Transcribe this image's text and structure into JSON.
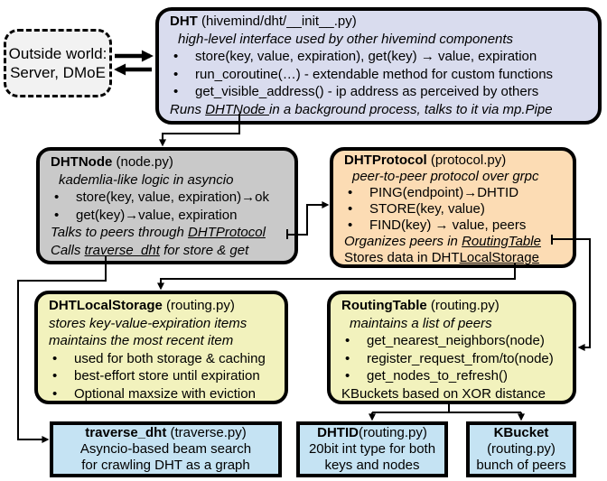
{
  "colors": {
    "box_border": "#000000",
    "outside_bg": "#f2f2f2",
    "dht_bg": "#d9dcee",
    "dhtnode_bg": "#c9c9c9",
    "dhtprotocol_bg": "#fcdcb4",
    "dhtlocalstorage_bg": "#f2f2bd",
    "routingtable_bg": "#f2f2bd",
    "leaf_bg": "#c5e3f3"
  },
  "boxes": {
    "outside": {
      "lines": [
        {
          "segs": [
            {
              "t": "Outside world:"
            }
          ]
        },
        {
          "segs": [
            {
              "t": "Server, DMoE"
            }
          ]
        }
      ]
    },
    "dht": {
      "lines": [
        {
          "segs": [
            {
              "t": "DHT",
              "s": "b"
            },
            {
              "t": " (hivemind/dht/__init__.py)"
            }
          ]
        },
        {
          "cls": "sub",
          "segs": [
            {
              "t": "high-level interface used by other hivemind components",
              "s": "i"
            }
          ]
        },
        {
          "cls": "bl",
          "segs": [
            {
              "t": "•",
              "s": "dot"
            },
            {
              "t": "store(key, value, expiration), get(key) → value, expiration"
            }
          ]
        },
        {
          "cls": "bl",
          "segs": [
            {
              "t": "•",
              "s": "dot"
            },
            {
              "t": "run_coroutine(…) - extendable method for custom functions"
            }
          ]
        },
        {
          "cls": "bl",
          "segs": [
            {
              "t": "•",
              "s": "dot"
            },
            {
              "t": "get_visible_address() - ip address as perceived by others"
            }
          ]
        },
        {
          "segs": [
            {
              "t": "Runs ",
              "s": "i"
            },
            {
              "t": "DHTNode ",
              "s": "i u"
            },
            {
              "t": "in a background process, talks to it via mp.Pipe",
              "s": "i"
            }
          ]
        }
      ]
    },
    "dhtnode": {
      "lines": [
        {
          "segs": [
            {
              "t": "DHTNode",
              "s": "b"
            },
            {
              "t": " (node.py)"
            }
          ]
        },
        {
          "cls": "sub",
          "segs": [
            {
              "t": "kademlia-like logic in asyncio",
              "s": "i"
            }
          ]
        },
        {
          "cls": "bl",
          "segs": [
            {
              "t": "•",
              "s": "dot"
            },
            {
              "t": "store(key, value, expiration)→ok"
            }
          ]
        },
        {
          "cls": "bl",
          "segs": [
            {
              "t": "•",
              "s": "dot"
            },
            {
              "t": "get(key)→value, expiration"
            }
          ]
        },
        {
          "segs": [
            {
              "t": "Talks to peers through ",
              "s": "i"
            },
            {
              "t": "DHTProtocol",
              "s": "i u"
            }
          ]
        },
        {
          "segs": [
            {
              "t": "Calls ",
              "s": "i"
            },
            {
              "t": "traverse_dht",
              "s": "i u"
            },
            {
              "t": " for store & get",
              "s": "i"
            }
          ]
        }
      ]
    },
    "dhtprotocol": {
      "lines": [
        {
          "segs": [
            {
              "t": "DHTProtocol",
              "s": "b"
            },
            {
              "t": " (protocol.py)"
            }
          ]
        },
        {
          "cls": "sub",
          "segs": [
            {
              "t": "peer-to-peer protocol over grpc",
              "s": "i"
            }
          ]
        },
        {
          "cls": "bl",
          "segs": [
            {
              "t": "•",
              "s": "dot"
            },
            {
              "t": "PING(endpoint)→DHTID"
            }
          ]
        },
        {
          "cls": "bl",
          "segs": [
            {
              "t": "•",
              "s": "dot"
            },
            {
              "t": "STORE(key, value)"
            }
          ]
        },
        {
          "cls": "bl",
          "segs": [
            {
              "t": "•",
              "s": "dot"
            },
            {
              "t": "FIND(key) → value, peers"
            }
          ]
        },
        {
          "segs": [
            {
              "t": "Organizes peers in ",
              "s": "i"
            },
            {
              "t": "RoutingTable",
              "s": "i u"
            }
          ]
        },
        {
          "segs": [
            {
              "t": "Stores data in DHT"
            },
            {
              "t": "LocalStorage",
              "s": "u"
            }
          ]
        }
      ]
    },
    "dhtlocalstorage": {
      "lines": [
        {
          "segs": [
            {
              "t": "DHTLocalStorage",
              "s": "b"
            },
            {
              "t": " (routing.py)"
            }
          ]
        },
        {
          "segs": [
            {
              "t": "stores key-value-expiration items",
              "s": "i"
            }
          ]
        },
        {
          "segs": [
            {
              "t": "maintains the most recent item",
              "s": "i"
            }
          ]
        },
        {
          "cls": "bl",
          "segs": [
            {
              "t": "•",
              "s": "dot"
            },
            {
              "t": "used for both storage & caching"
            }
          ]
        },
        {
          "cls": "bl",
          "segs": [
            {
              "t": "•",
              "s": "dot"
            },
            {
              "t": "best-effort store until expiration"
            }
          ]
        },
        {
          "cls": "bl",
          "segs": [
            {
              "t": "•",
              "s": "dot"
            },
            {
              "t": "Optional maxsize with eviction"
            }
          ]
        }
      ]
    },
    "routingtable": {
      "lines": [
        {
          "segs": [
            {
              "t": "RoutingTable",
              "s": "b"
            },
            {
              "t": " (routing.py)"
            }
          ]
        },
        {
          "cls": "sub",
          "segs": [
            {
              "t": "maintains a list of peers",
              "s": "i"
            }
          ]
        },
        {
          "cls": "bl",
          "segs": [
            {
              "t": "•",
              "s": "dot"
            },
            {
              "t": "get_nearest_neighbors(node)"
            }
          ]
        },
        {
          "cls": "bl",
          "segs": [
            {
              "t": "•",
              "s": "dot"
            },
            {
              "t": "register_request_from/to(node)"
            }
          ]
        },
        {
          "cls": "bl",
          "segs": [
            {
              "t": "•",
              "s": "dot"
            },
            {
              "t": "get_nodes_to_refresh()"
            }
          ]
        },
        {
          "segs": [
            {
              "t": "KBuckets based on XOR distance"
            }
          ]
        }
      ]
    },
    "traverse": {
      "lines": [
        {
          "segs": [
            {
              "t": "traverse_dht",
              "s": "b"
            },
            {
              "t": " (traverse.py)"
            }
          ]
        },
        {
          "segs": [
            {
              "t": "Asyncio-based beam search"
            }
          ]
        },
        {
          "segs": [
            {
              "t": "for crawling DHT as a graph"
            }
          ]
        }
      ]
    },
    "dhtid": {
      "lines": [
        {
          "segs": [
            {
              "t": "DHTID",
              "s": "b"
            },
            {
              "t": "(routing.py)"
            }
          ]
        },
        {
          "segs": [
            {
              "t": "20bit int type for both"
            }
          ]
        },
        {
          "segs": [
            {
              "t": "keys and nodes"
            }
          ]
        }
      ]
    },
    "kbucket": {
      "lines": [
        {
          "segs": [
            {
              "t": "KBucket",
              "s": "b"
            }
          ]
        },
        {
          "segs": [
            {
              "t": "(routing.py)"
            }
          ]
        },
        {
          "segs": [
            {
              "t": "bunch of peers"
            }
          ]
        }
      ]
    }
  }
}
